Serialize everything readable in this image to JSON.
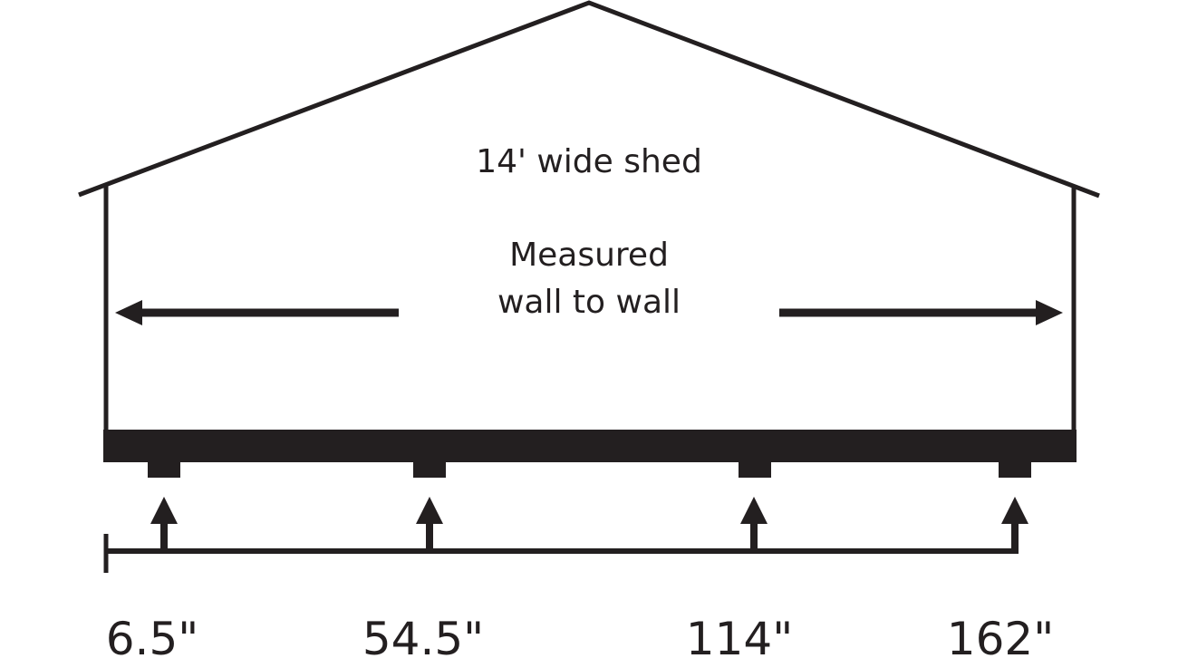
{
  "title": "14' wide shed",
  "note_line1": "Measured",
  "note_line2": "wall to wall",
  "measurements": [
    "6.5\"",
    "54.5\"",
    "114\"",
    "162\""
  ],
  "colors": {
    "ink": "#231f20",
    "background": "#ffffff"
  }
}
